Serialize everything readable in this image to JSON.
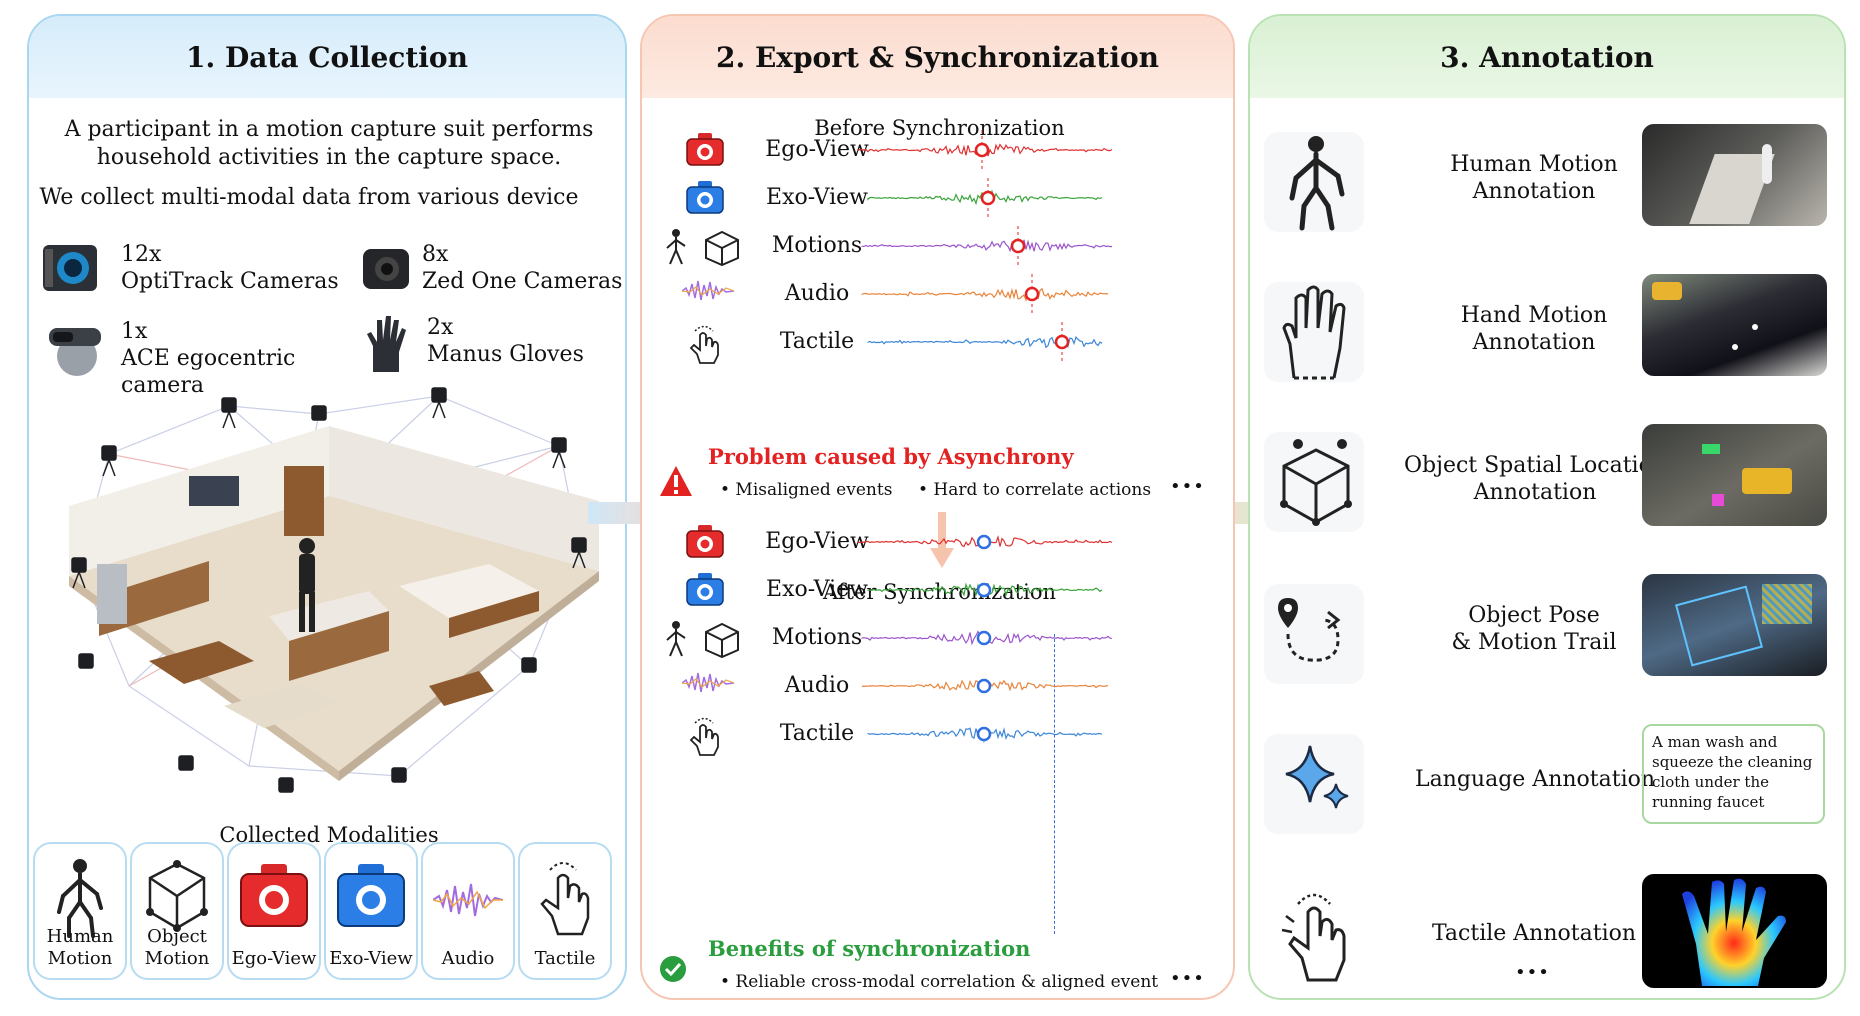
{
  "panel1": {
    "title": "1. Data Collection",
    "intro_line1": "A participant in a motion capture suit performs",
    "intro_line2": "household activities in the capture space.",
    "collect_text": "We collect multi-modal data from various device",
    "devices": [
      {
        "count": "12x",
        "name": "OptiTrack Cameras"
      },
      {
        "count": "8x",
        "name": "Zed One Cameras"
      },
      {
        "count": "1x",
        "name": "ACE egocentric",
        "name2": "camera"
      },
      {
        "count": "2x",
        "name": "Manus Gloves"
      }
    ],
    "modalities_title": "Collected Modalities",
    "modalities": [
      {
        "label1": "Human",
        "label2": "Motion"
      },
      {
        "label1": "Object",
        "label2": "Motion"
      },
      {
        "label1": "Ego-View",
        "label2": ""
      },
      {
        "label1": "Exo-View",
        "label2": ""
      },
      {
        "label1": "Audio",
        "label2": ""
      },
      {
        "label1": "Tactile",
        "label2": ""
      }
    ]
  },
  "panel2": {
    "title": "2. Export & Synchronization",
    "before_title": "Before Synchronization",
    "after_title": "After Synchronization",
    "signals": [
      "Ego-View",
      "Exo-View",
      "Motions",
      "Audio",
      "Tactile"
    ],
    "signal_colors": [
      "#e03030",
      "#3aa33a",
      "#9a55cc",
      "#e8843a",
      "#3c86d8"
    ],
    "problem_title": "Problem caused by Asynchrony",
    "problem_items": [
      "• Misaligned events",
      "• Hard to correlate actions"
    ],
    "benefit_title": "Benefits of synchronization",
    "benefit_items": [
      "• Reliable cross-modal correlation & aligned event"
    ],
    "ellipsis": "•••"
  },
  "panel3": {
    "title": "3. Annotation",
    "annotations": [
      {
        "line1": "Human Motion",
        "line2": "Annotation"
      },
      {
        "line1": "Hand Motion",
        "line2": "Annotation"
      },
      {
        "line1": "Object Spatial Location",
        "line2": "Annotation"
      },
      {
        "line1": "Object Pose",
        "line2": "& Motion Trail"
      },
      {
        "line1": "Language Annotation",
        "line2": ""
      },
      {
        "line1": "Tactile Annotation",
        "line2": ""
      }
    ],
    "language_caption": "A man wash and squeeze the cleaning cloth under the running faucet",
    "ellipsis": "•••"
  }
}
